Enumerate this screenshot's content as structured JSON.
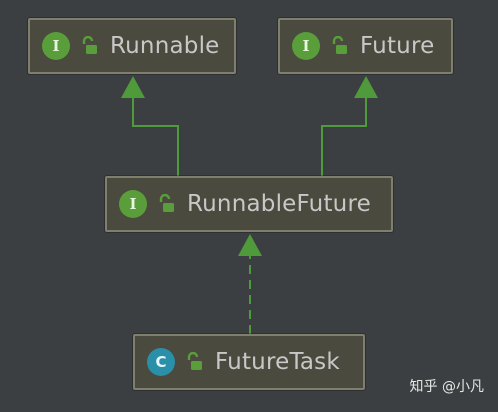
{
  "nodes": {
    "runnable": {
      "kind": "I",
      "name": "Runnable"
    },
    "future": {
      "kind": "I",
      "name": "Future"
    },
    "runnable_future": {
      "kind": "I",
      "name": "RunnableFuture"
    },
    "future_task": {
      "kind": "C",
      "name": "FutureTask"
    }
  },
  "edges": [
    {
      "from": "RunnableFuture",
      "to": "Runnable",
      "type": "extends"
    },
    {
      "from": "RunnableFuture",
      "to": "Future",
      "type": "extends"
    },
    {
      "from": "FutureTask",
      "to": "RunnableFuture",
      "type": "implements"
    }
  ],
  "colors": {
    "background": "#3c3f41",
    "node_fill": "#4a4a3e",
    "interface_badge": "#5a9e3c",
    "class_badge": "#2a8fa8",
    "edge": "#4f9a3a"
  },
  "watermark": "知乎 @小凡"
}
